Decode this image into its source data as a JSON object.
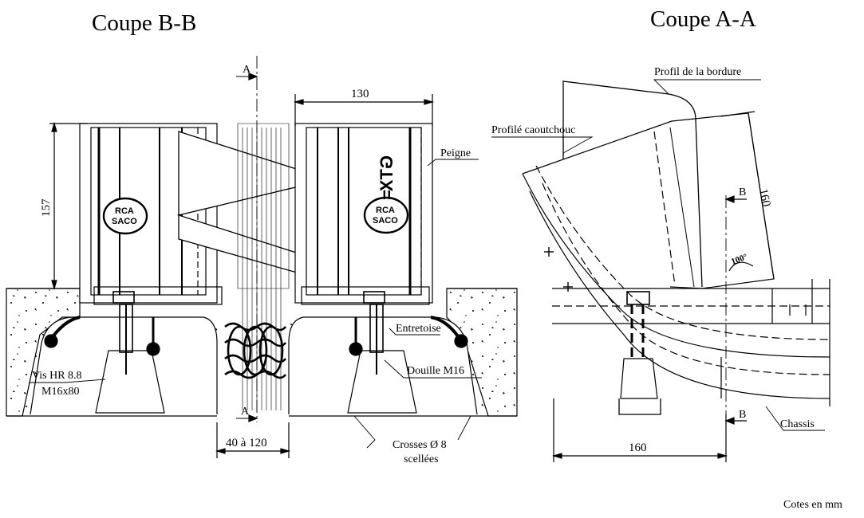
{
  "titles": {
    "left": "Coupe B-B",
    "right": "Coupe A-A"
  },
  "section_marks": {
    "a_top": "A",
    "a_bottom": "A",
    "b_top": "B",
    "b_bottom": "B"
  },
  "dimensions": {
    "width_130": "130",
    "height_157": "157",
    "gap": "40 à 120",
    "width_160": "160",
    "height_160": "160",
    "angle": "100°"
  },
  "labels": {
    "peigne": "Peigne",
    "gtx": "GTX",
    "equals_mark": "=",
    "logo_line1": "RCA",
    "logo_line2": "SACO",
    "entretoise": "Entretoise",
    "douille": "Douille M16",
    "vis_line1": "Vis HR 8.8",
    "vis_line2": "M16x80",
    "crosses_line1": "Crosses Ø 8",
    "crosses_line2": "scellées",
    "profil_bordure": "Profil de la bordure",
    "profile_caoutchouc": "Profilé caoutchouc",
    "chassis": "Chassis",
    "units": "Cotes en mm"
  },
  "colors": {
    "line": "#000000",
    "background": "#ffffff"
  }
}
